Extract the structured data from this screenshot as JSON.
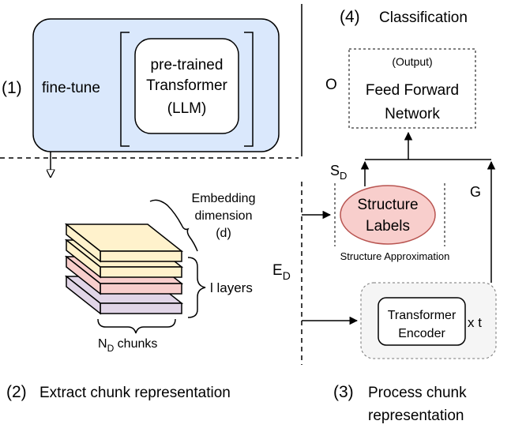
{
  "step1": {
    "num": "(1)",
    "finetune": "fine-tune",
    "transformer_line1": "pre-trained",
    "transformer_line2": "Transformer",
    "transformer_line3": "(LLM)"
  },
  "step2": {
    "title_num": "(2)",
    "title": "Extract chunk representation",
    "embed_line1": "Embedding",
    "embed_line2": "dimension",
    "embed_line3": "(d)",
    "layers": "l layers",
    "chunks_prefix": "N",
    "chunks_sub": "D",
    "chunks_suffix": " chunks"
  },
  "step3": {
    "title_num": "(3)",
    "title_line1": "Process chunk",
    "title_line2": "representation",
    "encoder_line1": "Transformer",
    "encoder_line2": "Encoder",
    "repeat": "x t",
    "ed_main": "E",
    "ed_sub": "D",
    "g": "G"
  },
  "step4": {
    "title_num": "(4)",
    "title": "Classification",
    "output": "(Output)",
    "ffn_line1": "Feed Forward",
    "ffn_line2": "Network",
    "o": "O",
    "sd_main": "S",
    "sd_sub": "D"
  },
  "structure": {
    "line1": "Structure",
    "line2": "Labels",
    "caption": "Structure Approximation"
  },
  "colors": {
    "finetune_fill": "#dae8fc",
    "yellow": "#fff2cc",
    "red": "#f8cecc",
    "purple": "#e1d5e7",
    "ellipse": "#f8cecc",
    "encoder_bg": "#f5f5f5"
  }
}
